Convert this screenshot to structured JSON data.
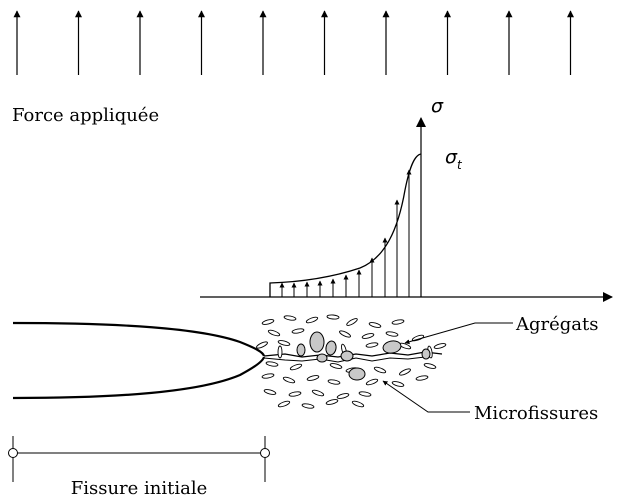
{
  "labels": {
    "applied_force": "Force appliquée",
    "sigma": "σ",
    "sigma_t_base": "σ",
    "sigma_t_sub": "t",
    "aggregates": "Agrégats",
    "microcracks": "Microfissures",
    "initial_crack": "Fissure initiale"
  },
  "colors": {
    "stroke": "#000000",
    "aggregate_fill": "#c8c8c8"
  }
}
